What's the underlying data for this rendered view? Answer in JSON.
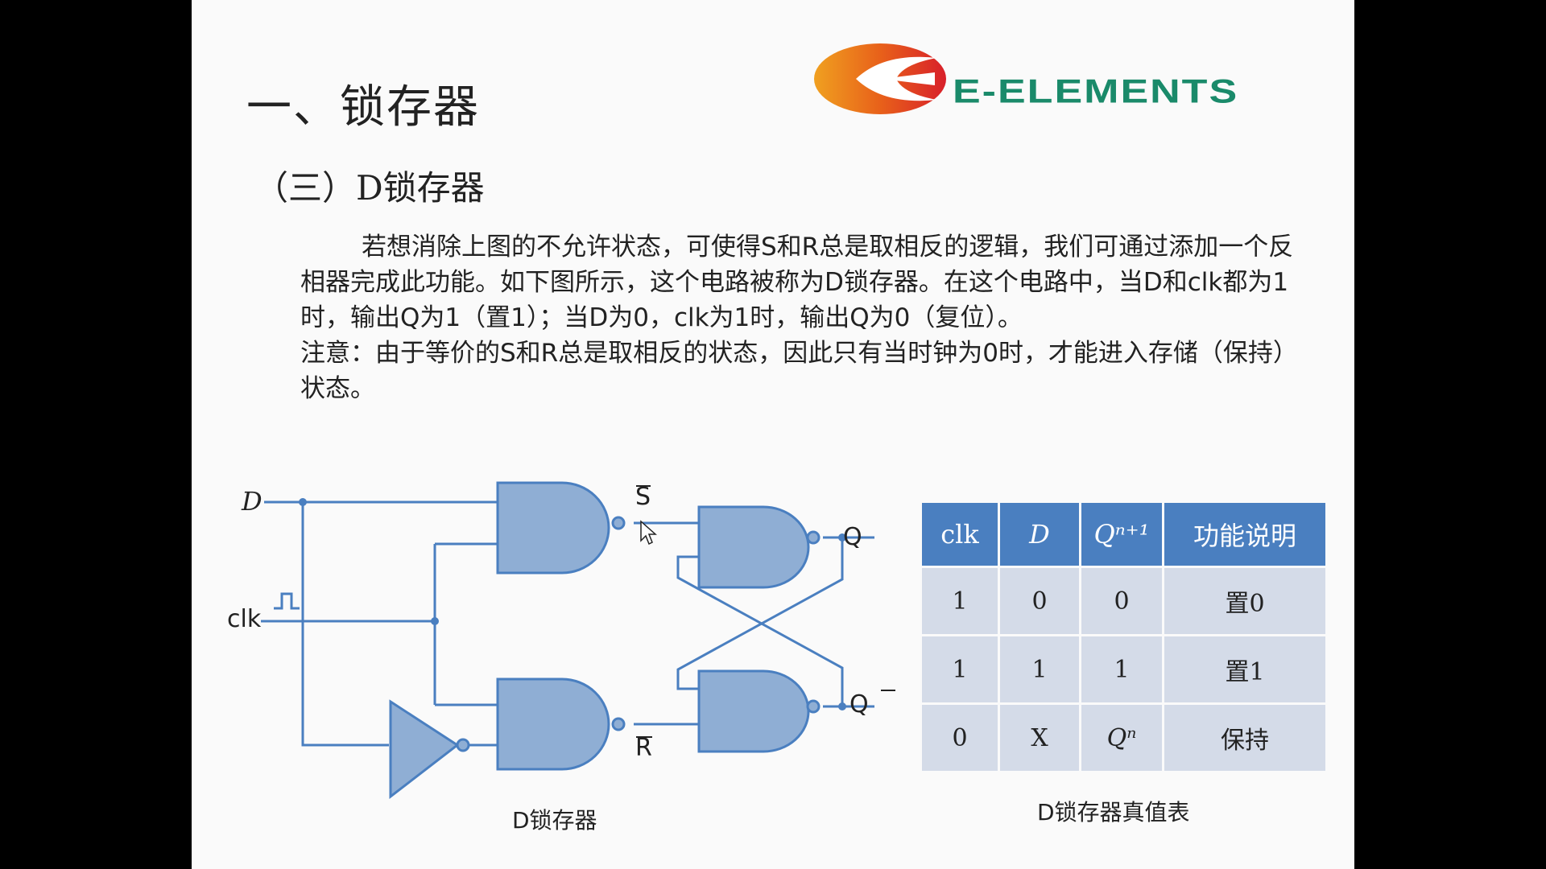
{
  "title": "一、锁存器",
  "subtitle": "（三）D锁存器",
  "logo": {
    "text": "E-ELEMENTS",
    "colors": {
      "orange": "#e8611a",
      "red": "#d8202a",
      "green": "#1a8a6a"
    }
  },
  "paragraphs": [
    "若想消除上图的不允许状态，可使得S和R总是取相反的逻辑，我们可通过添加一个反相器完成此功能。如下图所示，这个电路被称为D锁存器。在这个电路中，当D和clk都为1时，输出Q为1（置1）；当D为0，clk为1时，输出Q为0（复位）。",
    "注意：由于等价的S和R总是取相反的状态，因此只有当时钟为0时，才能进入存储（保持）状态。"
  ],
  "circuit": {
    "labels": {
      "d": "D",
      "clk": "clk",
      "s_bar": "S",
      "r_bar": "R",
      "q": "Q",
      "q_bar": "Q"
    },
    "caption": "D锁存器",
    "colors": {
      "wire": "#4a7fc0",
      "gate_fill": "#8faed4"
    }
  },
  "truth_table": {
    "headers": [
      "clk",
      "D",
      "Qⁿ⁺¹",
      "功能说明"
    ],
    "rows": [
      [
        "1",
        "0",
        "0",
        "置0"
      ],
      [
        "1",
        "1",
        "1",
        "置1"
      ],
      [
        "0",
        "X",
        "Qⁿ",
        "保持"
      ]
    ],
    "caption": "D锁存器真值表",
    "colors": {
      "header": "#4a7fc0",
      "cell": "#d4dbe8"
    }
  }
}
